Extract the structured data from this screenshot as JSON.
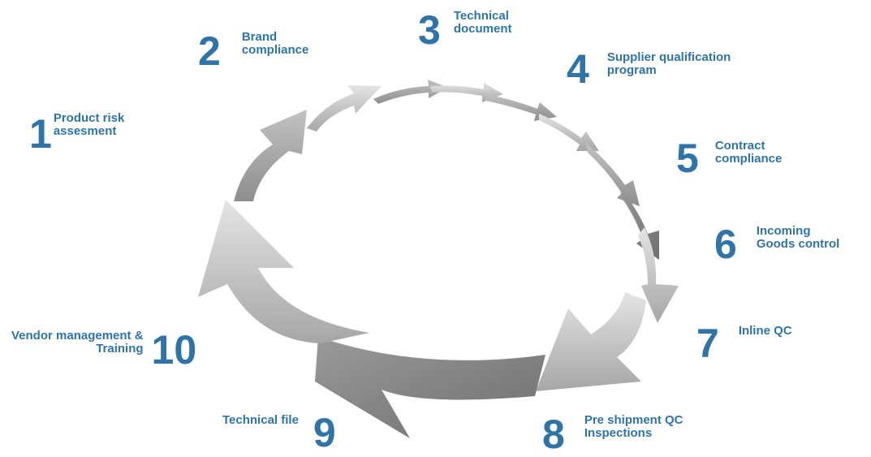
{
  "colors": {
    "text": "#2e74a8",
    "arrow_light": "#c8c8c8",
    "arrow_mid": "#a9a9a9",
    "arrow_dark": "#858585"
  },
  "steps": [
    {
      "number": "1",
      "label": "Product risk\nassesment"
    },
    {
      "number": "2",
      "label": "Brand\ncompliance"
    },
    {
      "number": "3",
      "label": "Technical\ndocument"
    },
    {
      "number": "4",
      "label": "Supplier qualification\nprogram"
    },
    {
      "number": "5",
      "label": "Contract\ncompliance"
    },
    {
      "number": "6",
      "label": "Incoming\nGoods control"
    },
    {
      "number": "7",
      "label": "Inline QC"
    },
    {
      "number": "8",
      "label": "Pre shipment QC\nInspections"
    },
    {
      "number": "9",
      "label": "Technical file"
    },
    {
      "number": "10",
      "label": "Vendor management &\nTraining"
    }
  ]
}
